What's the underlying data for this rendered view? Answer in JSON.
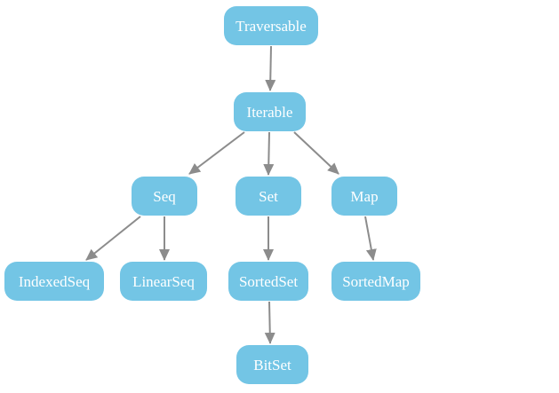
{
  "diagram": {
    "nodes": [
      {
        "id": "traversable",
        "label": "Traversable"
      },
      {
        "id": "iterable",
        "label": "Iterable"
      },
      {
        "id": "seq",
        "label": "Seq"
      },
      {
        "id": "set",
        "label": "Set"
      },
      {
        "id": "map",
        "label": "Map"
      },
      {
        "id": "indexedseq",
        "label": "IndexedSeq"
      },
      {
        "id": "linearseq",
        "label": "LinearSeq"
      },
      {
        "id": "sortedset",
        "label": "SortedSet"
      },
      {
        "id": "sortedmap",
        "label": "SortedMap"
      },
      {
        "id": "bitset",
        "label": "BitSet"
      }
    ],
    "edges": [
      {
        "from": "Traversable",
        "to": "Iterable"
      },
      {
        "from": "Iterable",
        "to": "Seq"
      },
      {
        "from": "Iterable",
        "to": "Set"
      },
      {
        "from": "Iterable",
        "to": "Map"
      },
      {
        "from": "Seq",
        "to": "IndexedSeq"
      },
      {
        "from": "Seq",
        "to": "LinearSeq"
      },
      {
        "from": "Set",
        "to": "SortedSet"
      },
      {
        "from": "Map",
        "to": "SortedMap"
      },
      {
        "from": "SortedSet",
        "to": "BitSet"
      }
    ],
    "colors": {
      "node_fill": "#73c5e5",
      "node_text": "#ffffff",
      "edge": "#8c8c8c",
      "background": "#ffffff"
    }
  }
}
